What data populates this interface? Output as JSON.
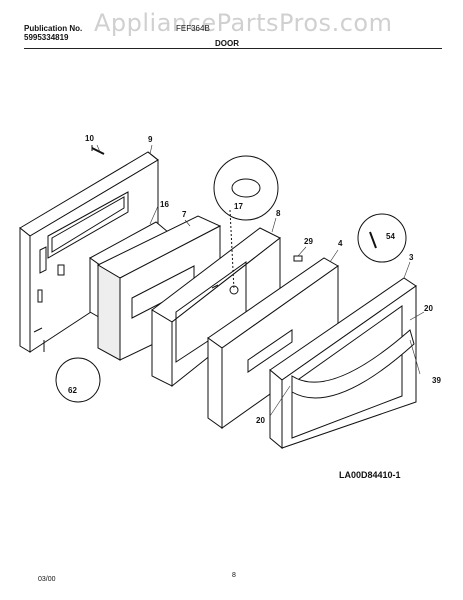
{
  "header": {
    "publication_label": "Publication No.",
    "publication_number": "5995334819",
    "model": "FEF364B",
    "section_title": "DOOR"
  },
  "watermark": "AppliancePartsPros.com",
  "callouts": {
    "c10": "10",
    "c9": "9",
    "c16": "16",
    "c7": "7",
    "c17": "17",
    "c8": "8",
    "c29": "29",
    "c4": "4",
    "c54": "54",
    "c3": "3",
    "c20a": "20",
    "c39": "39",
    "c20b": "20",
    "c62": "62"
  },
  "diagram_code": "LA00D84410-1",
  "footer": {
    "date": "03/00",
    "page": "8"
  }
}
